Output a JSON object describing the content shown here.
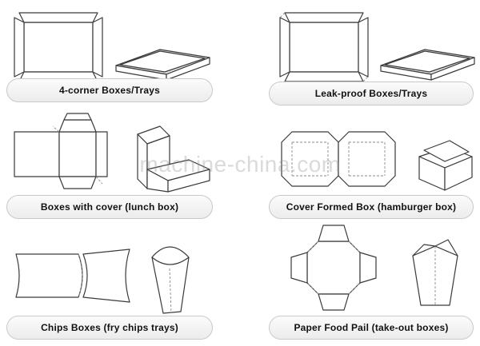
{
  "watermark": "machine-china.com",
  "items": [
    {
      "label": "4-corner Boxes/Trays"
    },
    {
      "label": "Leak-proof Boxes/Trays"
    },
    {
      "label": "Boxes with cover (lunch box)"
    },
    {
      "label": "Cover Formed Box (hamburger box)"
    },
    {
      "label": "Chips Boxes (fry chips trays)"
    },
    {
      "label": "Paper Food Pail (take-out boxes)"
    }
  ]
}
